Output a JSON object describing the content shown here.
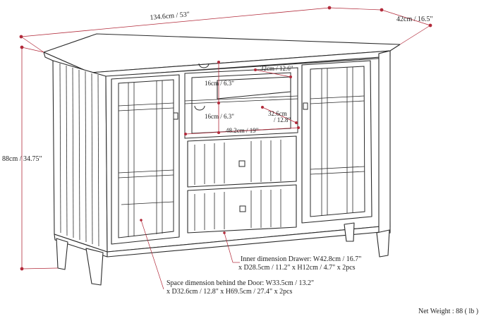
{
  "dimensions": {
    "width": "134.6cm / 53\"",
    "depth": "42cm / 16.5\"",
    "height": "88cm / 34.75\"",
    "shelf_depth": "32cm / 12.6\"",
    "upper_opening_height": "16cm / 6.3\"",
    "lower_opening_height": "16cm / 6.3\"",
    "opening_depth_line1": "32.6cm",
    "opening_depth_line2": "/ 12.8\"",
    "opening_width": "48.2cm / 19\""
  },
  "notes": {
    "drawer_line1": "Inner dimension Drawer: W42.8cm / 16.7\"",
    "drawer_line2": "x D28.5cm / 11.2\" x H12cm / 4.7\" x 2pcs",
    "door_line1": "Space dimension behind the Door: W33.5cm / 13.2\"",
    "door_line2": "x D32.6cm / 12.8\" x H69.5cm / 27.4\" x 2pcs"
  },
  "net_weight": "Net Weight : 88 ( lb )",
  "colors": {
    "dimension_line": "#b22a3a",
    "outline": "#2b2b2b",
    "text": "#222222",
    "background": "#ffffff"
  }
}
